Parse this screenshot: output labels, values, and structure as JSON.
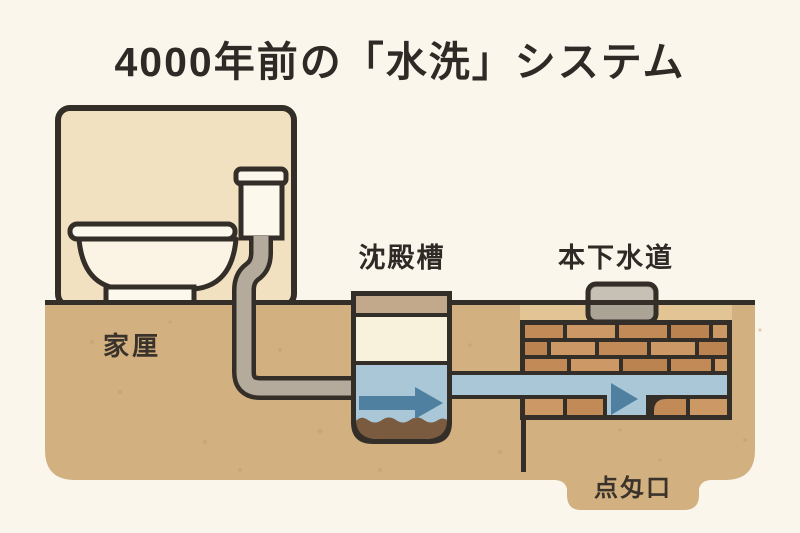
{
  "title": "4000年前の「水洗」システム",
  "labels": {
    "house": "家厘",
    "settling_tank": "沈殿槽",
    "main_sewer": "本下水道",
    "inspection_port": "点匁口"
  },
  "colors": {
    "background": "#FBF6EB",
    "outline": "#332E28",
    "ground": "#D3B07F",
    "ground_speckle": "#C09C6B",
    "house_fill": "#F1E1C1",
    "fixture_white": "#FCF8EC",
    "bowl_fill": "#FBF4E4",
    "pipe_gray": "#B5AB9D",
    "lid_tan": "#C2A98B",
    "tank_cream": "#F8F1DC",
    "water_blue": "#A9C7D7",
    "arrow_blue": "#4F80A0",
    "sludge_brown": "#7A5B40",
    "brick": "#C18A57",
    "brick_light": "#CC9966",
    "brick_dark": "#BA8350",
    "sand_band": "#E3C494",
    "stone_gray": "#ACA397",
    "stone_gray_light": "#C7C0B5"
  }
}
